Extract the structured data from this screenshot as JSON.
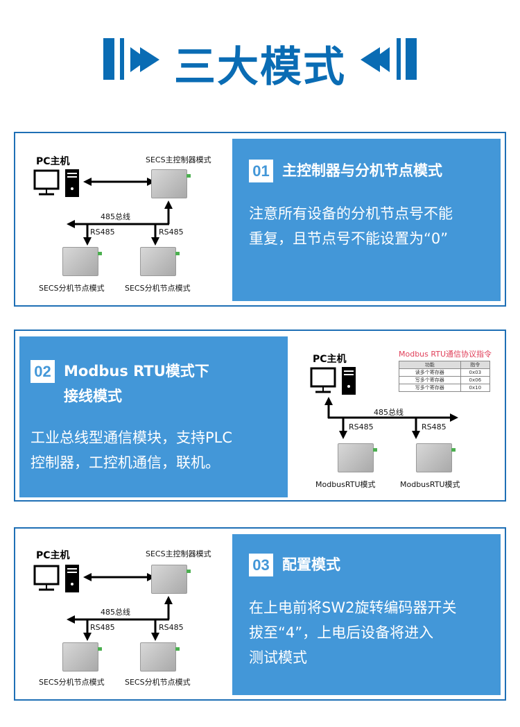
{
  "header": {
    "title": "三大模式"
  },
  "panels": [
    {
      "num": "01",
      "title": "主控制器与分机节点模式",
      "desc": [
        "注意所有设备的分机节点号不能",
        "重复，且节点号不能设置为“0”"
      ],
      "diagram": {
        "pc": "PC主机",
        "master": "SECS主控制器模式",
        "bus": "485总线",
        "rs1": "RS485",
        "rs2": "RS485",
        "node1": "SECS分机节点模式",
        "node2": "SECS分机节点模式"
      }
    },
    {
      "num": "02",
      "title": [
        "Modbus RTU模式下",
        "接线模式"
      ],
      "desc": [
        "工业总线型通信模块，支持PLC",
        "控制器，工控机通信，联机。"
      ],
      "diagram": {
        "pc": "PC主机",
        "table_title": "Modbus RTU通信协议指令",
        "table": [
          [
            "功能",
            "指令"
          ],
          [
            "读多个寄存器",
            "0x03"
          ],
          [
            "写多个寄存器",
            "0x06"
          ],
          [
            "写多个寄存器",
            "0x10"
          ]
        ],
        "bus": "485总线",
        "rs1": "RS485",
        "rs2": "RS485",
        "node1": "ModbusRTU模式",
        "node2": "ModbusRTU模式"
      }
    },
    {
      "num": "03",
      "title": "配置模式",
      "desc": [
        "在上电前将SW2旋转编码器开关",
        "拔至“4”，上电后设备将进入",
        "测试模式"
      ],
      "diagram": {
        "pc": "PC主机",
        "master": "SECS主控制器模式",
        "bus": "485总线",
        "rs1": "RS485",
        "rs2": "RS485",
        "node1": "SECS分机节点模式",
        "node2": "SECS分机节点模式"
      }
    }
  ]
}
